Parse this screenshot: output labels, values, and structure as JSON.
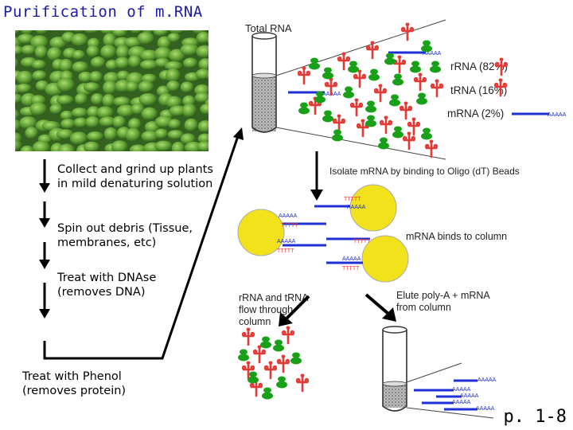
{
  "title": "Purification of m.RNA",
  "photo": {
    "subject": "duckweed plants"
  },
  "steps": [
    "Collect and grind up plants in mild denaturing solution",
    "Spin out debris (Tissue, membranes, etc)",
    "Treat with DNAse (removes DNA)",
    "Treat with Phenol (removes protein)"
  ],
  "schematic": {
    "total_rna": "Total RNA",
    "rrna": "rRNA (82%)",
    "trna": "tRNA (16%)",
    "mrna": "mRNA (2%)",
    "polya": "AAAAA",
    "oligo_dt": "TTTTT",
    "isolate": "Isolate mRNA by binding to Oligo (dT) Beads",
    "binds": "mRNA binds to column",
    "flow": [
      "rRNA and tRNA",
      "flow through",
      "column"
    ],
    "elute": [
      "Elute poly-A + mRNA",
      "from column"
    ]
  },
  "page_number": "p. 1-8",
  "colors": {
    "title": "#1a1aa6",
    "rrna": "#1ea81e",
    "trna": "#e53935",
    "mrna": "#1f2fd6",
    "bead": "#f2e21b"
  }
}
